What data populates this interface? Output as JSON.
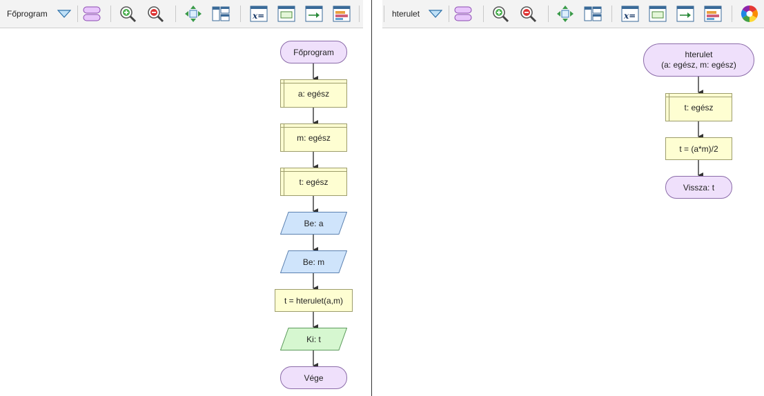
{
  "left": {
    "toolbar": {
      "function_select": "Főprogram"
    },
    "flowchart": {
      "start": "Főprogram",
      "decl_a": "a: egész",
      "decl_m": "m: egész",
      "decl_t": "t: egész",
      "input_a": "Be: a",
      "input_m": "Be: m",
      "assign": "t = hterulet(a,m)",
      "output": "Ki: t",
      "end": "Vége"
    }
  },
  "right": {
    "toolbar": {
      "function_select": "hterulet"
    },
    "flowchart": {
      "start_line1": "hterulet",
      "start_line2": "(a: egész, m: egész)",
      "decl_t": "t: egész",
      "assign": "t = (a*m)/2",
      "return": "Vissza: t"
    }
  },
  "colors": {
    "terminal_fill": "#efe0fb",
    "declaration_fill": "#fefed2",
    "input_fill": "#cfe4fb",
    "output_fill": "#d6f7d0"
  },
  "icons": [
    "dropdown-triangle-icon",
    "terminal-shape-icon",
    "zoom-in-icon",
    "zoom-out-icon",
    "fit-view-icon",
    "layout-icon",
    "variable-icon",
    "statement-icon",
    "arrow-box-icon",
    "bars-icon",
    "color-wheel-icon"
  ]
}
